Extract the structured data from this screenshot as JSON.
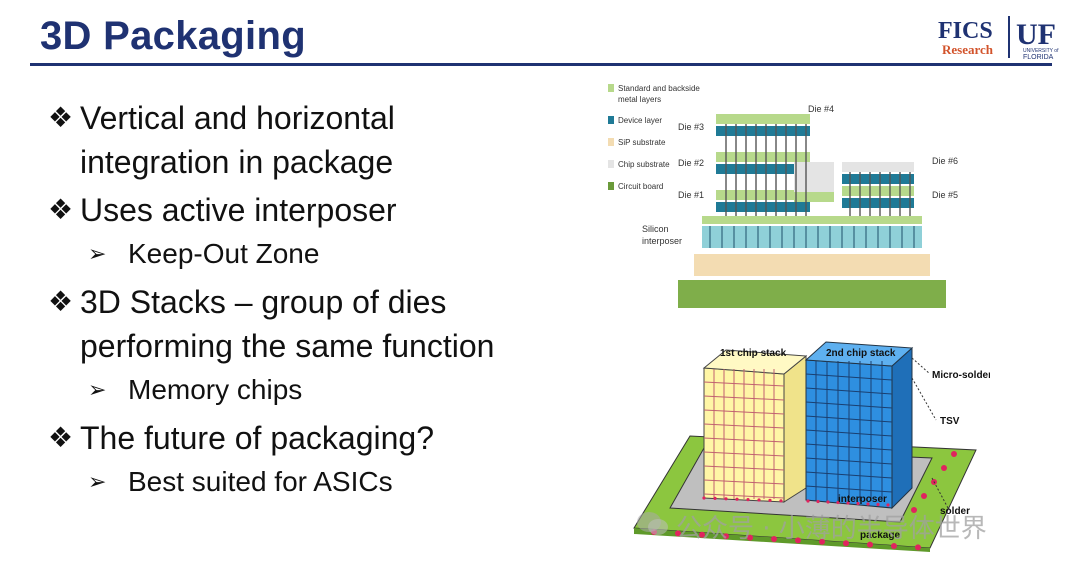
{
  "slide": {
    "title": "3D Packaging",
    "logo": {
      "left": "FICS",
      "sub": "Research",
      "right_big": "UF",
      "right_small_1": "UNIVERSITY of",
      "right_small_2": "FLORIDA"
    },
    "bullets": [
      {
        "marker": "❖",
        "lines": [
          "Vertical and horizontal",
          "integration in package"
        ],
        "subs": []
      },
      {
        "marker": "❖",
        "lines": [
          "Uses active interposer"
        ],
        "subs": [
          "Keep-Out Zone"
        ]
      },
      {
        "marker": "❖",
        "lines": [
          "3D Stacks – group of dies",
          "performing the same function"
        ],
        "subs": [
          "Memory chips"
        ]
      },
      {
        "marker": "❖",
        "lines": [
          " The future of packaging?"
        ],
        "subs": [
          "Best suited for ASICs"
        ]
      }
    ],
    "sub_marker": "➢"
  },
  "figure_top": {
    "legend": [
      {
        "label": "Standard and backside",
        "label2": "metal layers",
        "color": "#b7d98b"
      },
      {
        "label": "Device layer",
        "label2": "",
        "color": "#1f7a96"
      },
      {
        "label": "SiP substrate",
        "label2": "",
        "color": "#f3dcb2"
      },
      {
        "label": "Chip substrate",
        "label2": "",
        "color": "#e4e4e4"
      },
      {
        "label": "Circuit board",
        "label2": "",
        "color": "#6a9a3a"
      }
    ],
    "labels": {
      "die3": "Die #3",
      "die2": "Die #2",
      "die1": "Die #1",
      "die4": "Die #4",
      "die6": "Die #6",
      "die5": "Die #5",
      "si1": "Silicon",
      "si2": "interposer"
    }
  },
  "figure_bottom": {
    "stack1": "1st chip stack",
    "stack2": "2nd chip stack",
    "microsolder": "Micro-solder",
    "tsv": "TSV",
    "interposer": "interposer",
    "solder": "solder",
    "package": "package"
  },
  "watermark": {
    "text": "公众号 · 小薄的半导体世界"
  }
}
